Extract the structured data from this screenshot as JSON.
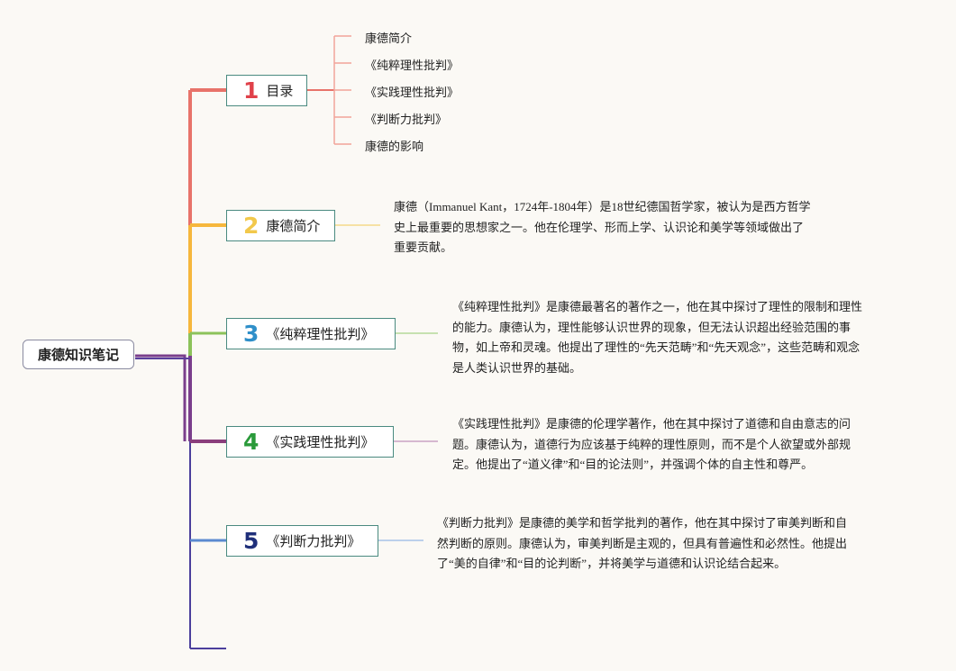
{
  "root": {
    "label": "康德知识笔记"
  },
  "branches": [
    {
      "num": "1",
      "label": "目录",
      "color": "#e66a5c"
    },
    {
      "num": "2",
      "label": "康德简介",
      "color": "#f2c84b"
    },
    {
      "num": "3",
      "label": "《纯粹理性批判》",
      "color": "#2f8fc9"
    },
    {
      "num": "4",
      "label": "《实践理性批判》",
      "color": "#2a9a3a"
    },
    {
      "num": "5",
      "label": "《判断力批判》",
      "color": "#1f2f7a"
    }
  ],
  "toc": [
    "康德简介",
    "《纯粹理性批判》",
    "《实践理性批判》",
    "《判断力批判》",
    "康德的影响"
  ],
  "paragraphs": {
    "intro": [
      "康德（Immanuel Kant，1724年-1804年）是18世纪德国哲学家，被认为是西方哲学",
      "史上最重要的思想家之一。他在伦理学、形而上学、认识论和美学等领域做出了",
      "重要贡献。"
    ],
    "pure": [
      "《纯粹理性批判》是康德最著名的著作之一，他在其中探讨了理性的限制和理性",
      "的能力。康德认为，理性能够认识世界的现象，但无法认识超出经验范围的事",
      "物，如上帝和灵魂。他提出了理性的“先天范畴”和“先天观念”，这些范畴和观念",
      "是人类认识世界的基础。"
    ],
    "practical": [
      "《实践理性批判》是康德的伦理学著作，他在其中探讨了道德和自由意志的问",
      "题。康德认为，道德行为应该基于纯粹的理性原则，而不是个人欲望或外部规",
      "定。他提出了“道义律”和“目的论法则”，并强调个体的自主性和尊严。"
    ],
    "judgment": [
      "《判断力批判》是康德的美学和哲学批判的著作，他在其中探讨了审美判断和自",
      "然判断的原则。康德认为，审美判断是主观的，但具有普遍性和必然性。他提出",
      "了“美的自律”和“目的论判断”，并将美学与道德和认识论结合起来。"
    ]
  }
}
